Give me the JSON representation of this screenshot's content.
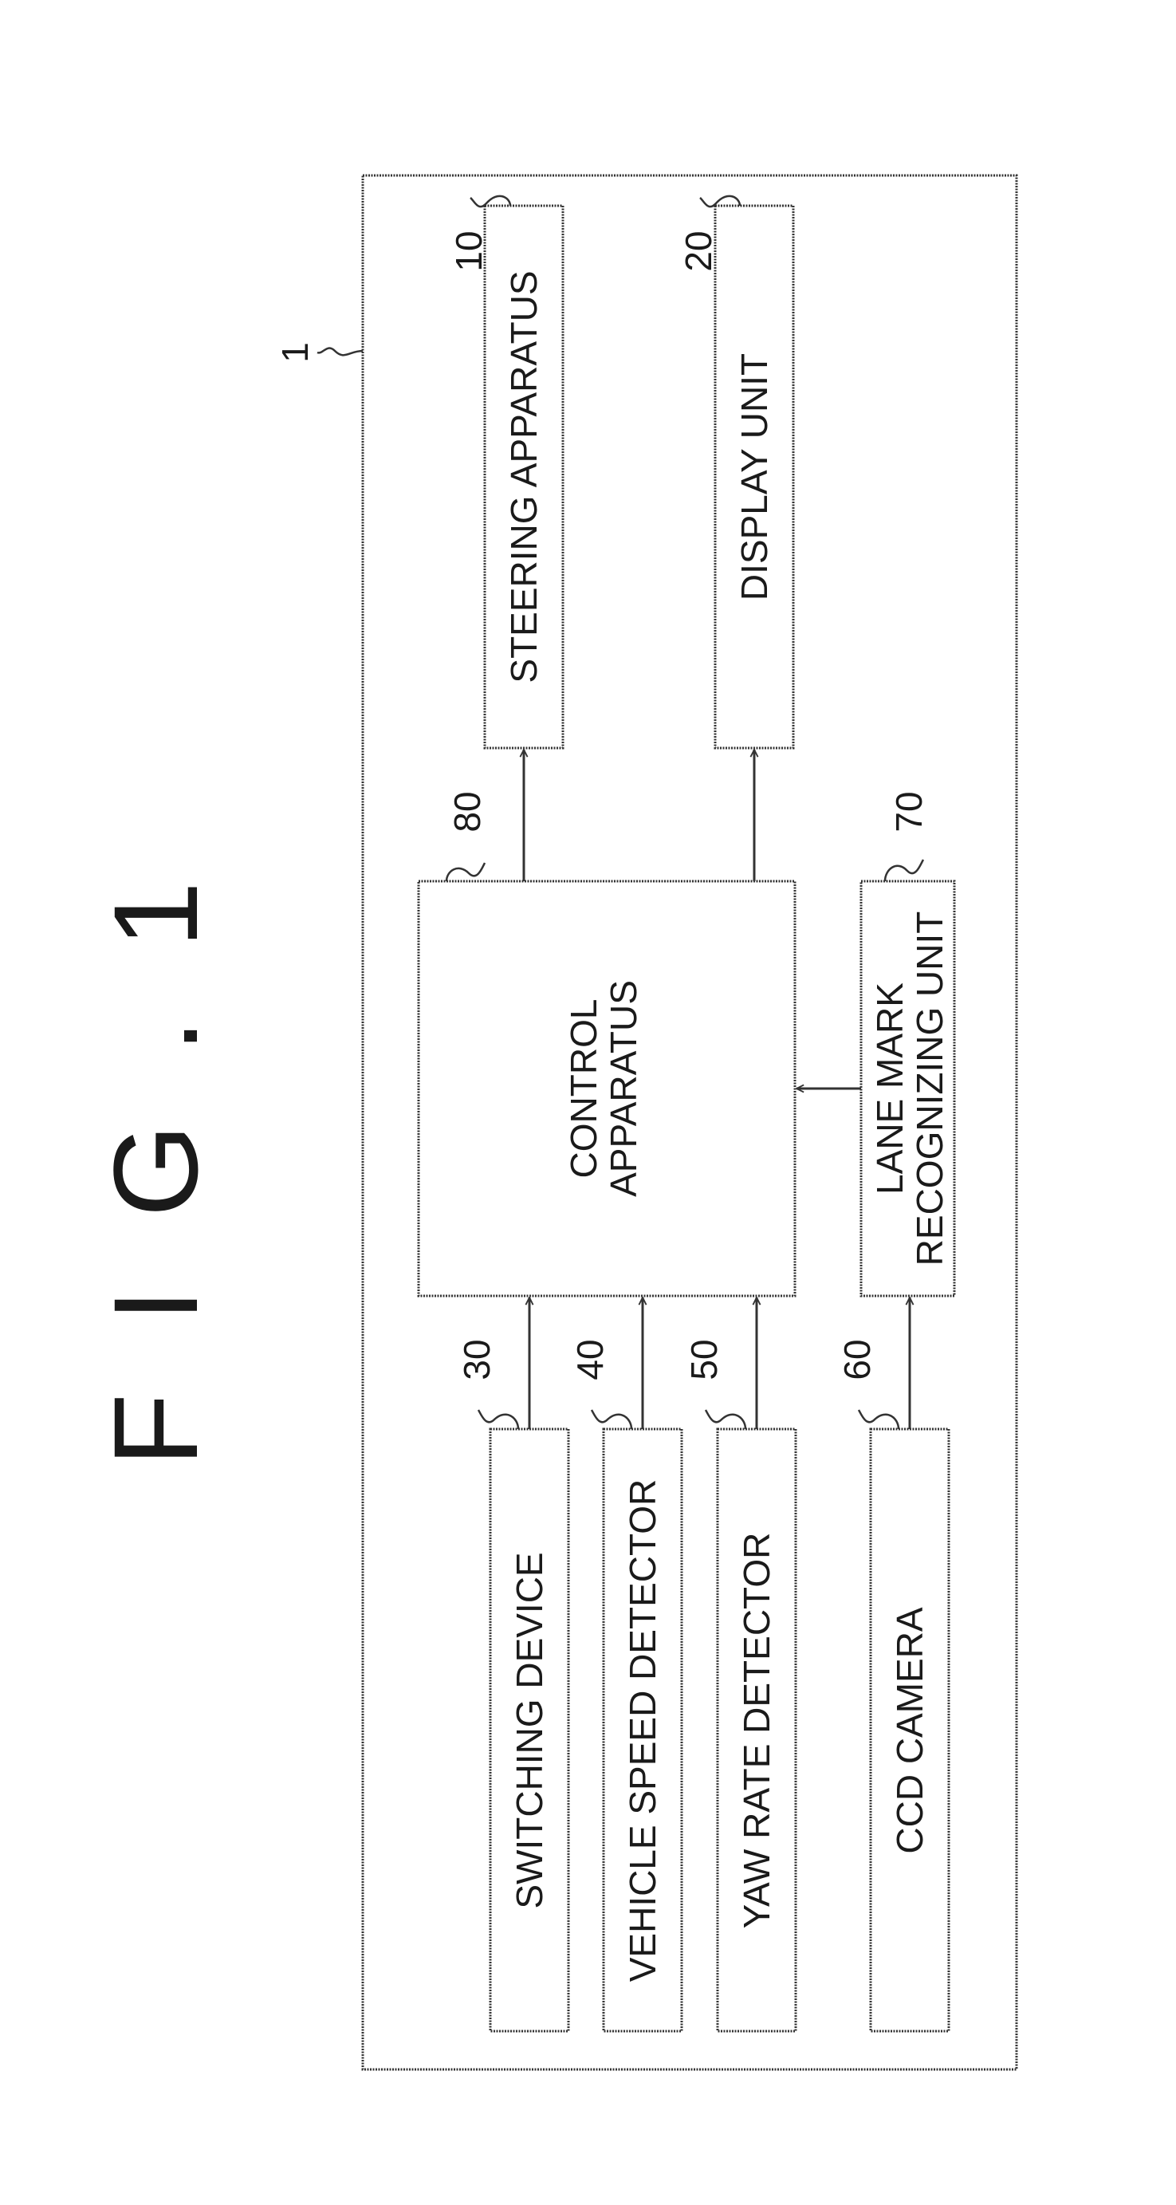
{
  "figure_label": "F I G . 1",
  "references": {
    "system": "1",
    "steering": "10",
    "display": "20",
    "switching": "30",
    "vehicle_speed": "40",
    "yaw_rate": "50",
    "ccd": "60",
    "lane_mark": "70",
    "control": "80"
  },
  "blocks": {
    "steering": "STEERING APPARATUS",
    "display": "DISPLAY UNIT",
    "switching": "SWITCHING DEVICE",
    "vehicle_speed": "VEHICLE SPEED DETECTOR",
    "yaw_rate": "YAW RATE DETECTOR",
    "ccd": "CCD CAMERA",
    "control_line1": "CONTROL",
    "control_line2": "APPARATUS",
    "lane_line1": "LANE MARK",
    "lane_line2": "RECOGNIZING UNIT"
  }
}
